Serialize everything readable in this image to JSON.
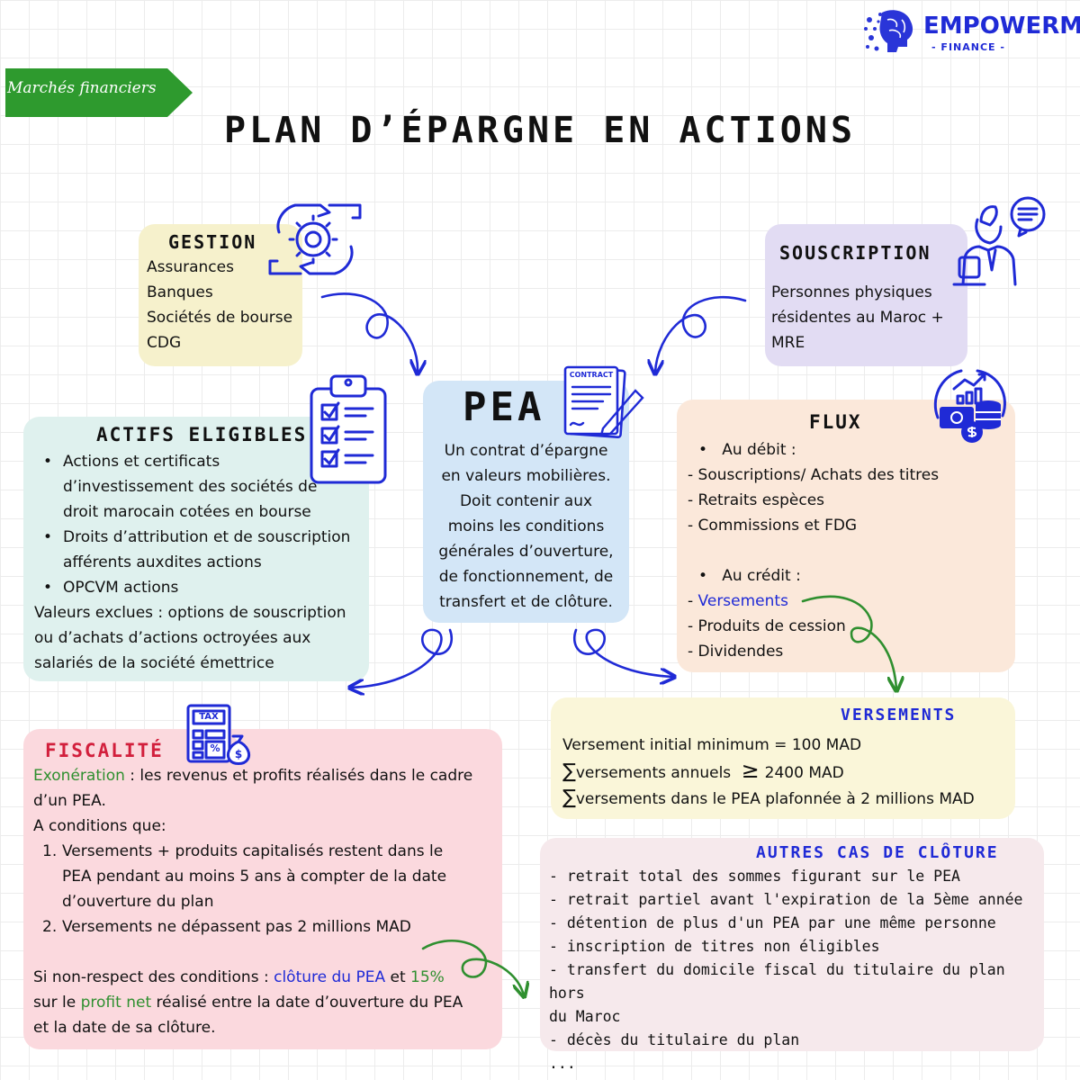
{
  "brand": {
    "name": "EMPOWERME",
    "sub": "- FINANCE -"
  },
  "tag": "Marchés financiers",
  "title": "PLAN D’ÉPARGNE EN ACTIONS",
  "gestion": {
    "title": "GESTION",
    "items": [
      "Assurances",
      "Banques",
      "Sociétés de bourse",
      "CDG"
    ]
  },
  "souscription": {
    "title": "SOUSCRIPTION",
    "text": [
      "Personnes physiques",
      "résidentes au Maroc +",
      "MRE"
    ]
  },
  "pea": {
    "title": "PEA",
    "contract_label": "CONTRACT",
    "lines": [
      "Un contrat d’épargne",
      "en valeurs mobilières.",
      "Doit contenir aux",
      "moins les conditions",
      "générales d’ouverture,",
      "de fonctionnement, de",
      "transfert et de clôture."
    ]
  },
  "actifs": {
    "title": "ACTIFS ELIGIBLES",
    "bullets": [
      [
        "Actions et certificats",
        "d’investissement des sociétés de",
        "droit marocain cotées en bourse"
      ],
      [
        "Droits d’attribution et de souscription",
        "afférents auxdites actions"
      ],
      [
        "OPCVM actions"
      ]
    ],
    "excluded": [
      "Valeurs exclues : options de souscription",
      "ou d’achats d’actions octroyées aux",
      "salariés de la société émettrice"
    ]
  },
  "flux": {
    "title": "FLUX",
    "debit_label": "Au débit :",
    "debit_items": [
      "Souscriptions/ Achats des titres",
      "Retraits espèces",
      "Commissions et FDG"
    ],
    "credit_label": "Au crédit :",
    "credit_items": [
      "Versements",
      "Produits de cession",
      "Dividendes"
    ]
  },
  "versements": {
    "title": "VERSEMENTS",
    "line1": "Versement initial minimum = 100 MAD",
    "line2_a": "versements annuels",
    "line2_sym": "≥",
    "line2_b": "2400 MAD",
    "line3": "versements dans le PEA plafonnée à 2 millions MAD",
    "sigma": "∑"
  },
  "fiscalite": {
    "title": "FISCALITÉ",
    "tax_label": "TAX",
    "exo_word": "Exonération",
    "exo_rest": " : les revenus et profits réalisés dans le cadre",
    "exo_line2": "d’un PEA.",
    "conditions": "A conditions que:",
    "items": [
      {
        "n": "1.",
        "lines": [
          "Versements + produits capitalisés restent dans le",
          "PEA pendant au moins 5 ans à compter de la date",
          "d’ouverture du plan"
        ]
      },
      {
        "n": "2.",
        "lines": [
          "Versements ne dépassent pas 2 millions MAD"
        ]
      }
    ],
    "nonrespect_a": "Si non-respect des conditions : ",
    "nonrespect_cloture": "clôture du PEA",
    "nonrespect_et": " et ",
    "nonrespect_pct": "15%",
    "line_b_a": "sur le ",
    "line_b_profit": "profit net",
    "line_b_rest": " réalisé entre la date d’ouverture du PEA",
    "line_c": "et la date de sa clôture."
  },
  "cloture": {
    "title": "AUTRES CAS DE CLÔTURE",
    "lines": [
      "- retrait total des sommes figurant sur le PEA",
      "- retrait partiel avant l'expiration de la 5ème année",
      "- détention de plus d'un PEA par une même personne",
      "- inscription de titres non éligibles",
      "- transfert du domicile fiscal du titulaire du plan hors",
      "du Maroc",
      "- décès du titulaire du plan",
      "..."
    ]
  },
  "colors": {
    "gestion_bg": "#f6f1cc",
    "souscription_bg": "#e2dcf3",
    "pea_bg": "#d3e6f7",
    "actifs_bg": "#dff1ee",
    "flux_bg": "#fbe8da",
    "versements_bg": "#faf6d9",
    "fiscalite_bg": "#fbd9de",
    "cloture_bg": "#f6e9ec",
    "accent_blue": "#1f2ad6",
    "accent_green": "#2f8f2f",
    "accent_red": "#d21f3c",
    "tag_green": "#2e9a2e"
  }
}
